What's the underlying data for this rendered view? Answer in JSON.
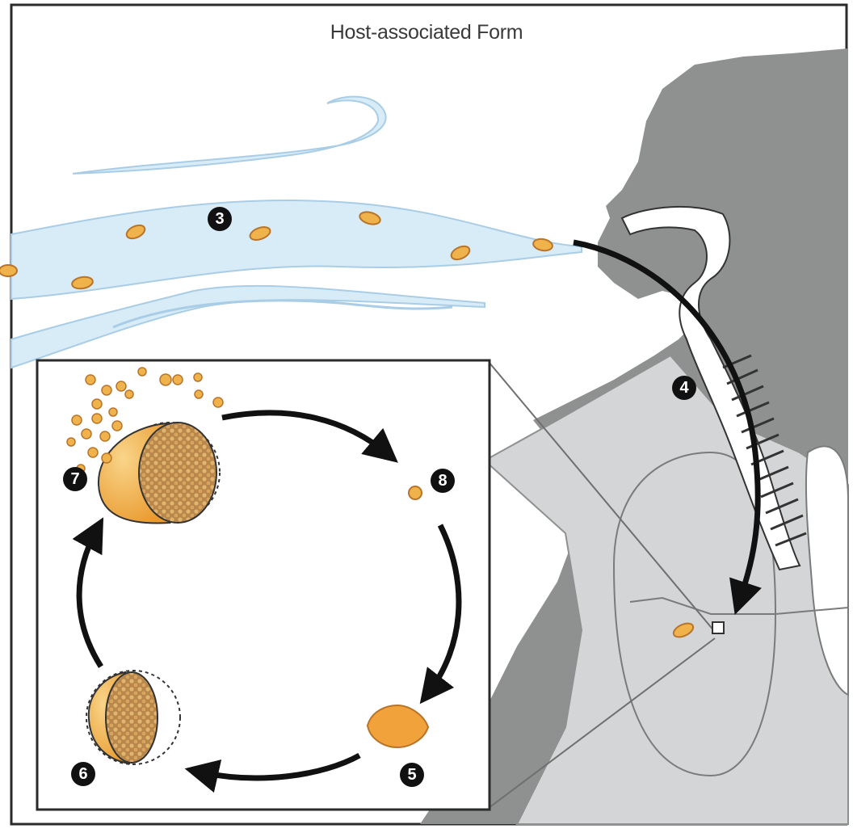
{
  "title": "Host-associated Form",
  "steps": [
    {
      "id": "step-3",
      "label": "3"
    },
    {
      "id": "step-4",
      "label": "4"
    },
    {
      "id": "step-5",
      "label": "5"
    },
    {
      "id": "step-6",
      "label": "6"
    },
    {
      "id": "step-7",
      "label": "7"
    },
    {
      "id": "step-8",
      "label": "8"
    }
  ],
  "colors": {
    "frame": "#2a2a2a",
    "air": "#d8ecf7",
    "air_stroke": "#a9cde6",
    "host_dark": "#8f9090",
    "host_light": "#d3d5d6",
    "airway": "#ffffff",
    "spore": "#f0b24a",
    "spore_dark": "#b8742a",
    "spherule": "#f2a23a",
    "spherule_light": "#f7c673",
    "endospore": "#c99a55",
    "arrow": "#111111"
  }
}
